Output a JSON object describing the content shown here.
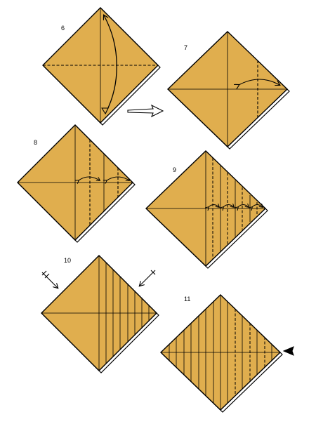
{
  "colors": {
    "paper": "#E0AE4E",
    "line": "#000000",
    "background": "#FFFFFF"
  },
  "steps": [
    {
      "label": "6",
      "arrows": [
        "valley-fold-arrow-vertical",
        "next-step-arrow"
      ]
    },
    {
      "label": "7",
      "arrows": [
        "fold-arrow-horizontal"
      ]
    },
    {
      "label": "8",
      "arrows": [
        "fold-arrow-horizontal",
        "fold-arrow-horizontal"
      ]
    },
    {
      "label": "9",
      "arrows": [
        "fold-arrow-small",
        "fold-arrow-small",
        "fold-arrow-small",
        "fold-arrow-small"
      ]
    },
    {
      "label": "10",
      "arrows": [
        "unfold-arrow-left",
        "unfold-arrow-right"
      ]
    },
    {
      "label": "11",
      "arrows": [
        "turn-over-marker"
      ]
    }
  ]
}
